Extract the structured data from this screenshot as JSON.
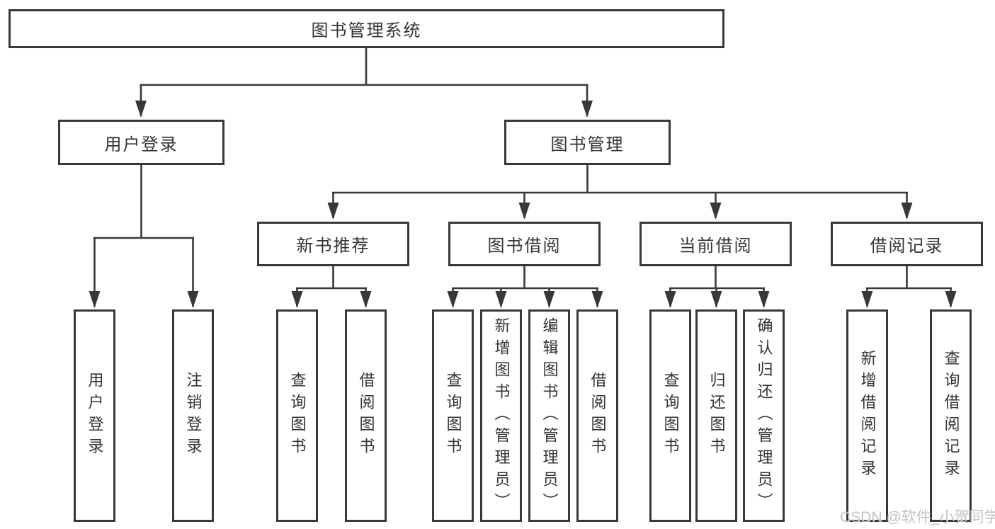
{
  "diagram": {
    "title": "图书管理系统",
    "level2": {
      "user_login": "用户登录",
      "book_mgmt": "图书管理"
    },
    "level3": {
      "new_book_recommend": "新书推荐",
      "book_borrow": "图书借阅",
      "current_borrow": "当前借阅",
      "borrow_records": "借阅记录"
    },
    "leaves": {
      "user_login": "用户登录",
      "logout": "注销登录",
      "nb_query_books": "查询图书",
      "nb_borrow_books": "借阅图书",
      "bb_query_books": "查询图书",
      "bb_add_book_admin": "新增图书（管理员）",
      "bb_edit_book_admin": "编辑图书（管理员）",
      "bb_borrow_books": "借阅图书",
      "cb_query_books": "查询图书",
      "cb_return_books": "归还图书",
      "cb_confirm_return_admin": "确认归还（管理员）",
      "br_add_record": "新增借阅记录",
      "br_query_record": "查询借阅记录"
    }
  },
  "watermark": {
    "text": "CSDN @软件_小贺同学"
  },
  "colors": {
    "line": "#383838",
    "text": "#333333",
    "watermark": "#b9b9b9",
    "background": "#ffffff"
  }
}
